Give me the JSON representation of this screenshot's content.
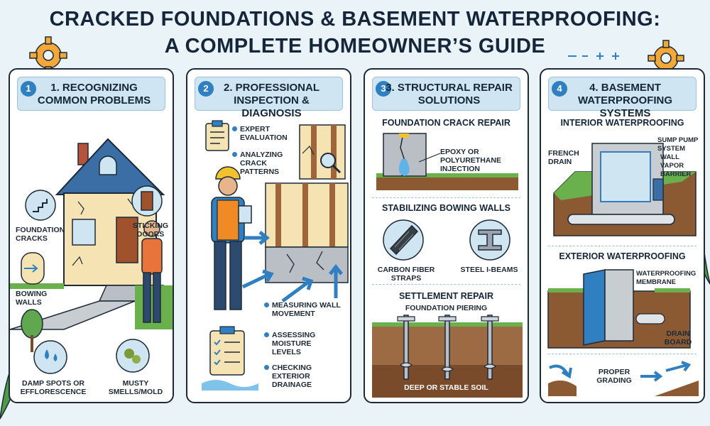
{
  "header": {
    "title_line1": "Cracked Foundations & Basement Waterproofing:",
    "title_line2": "A Complete Homeowner’s Guide"
  },
  "colors": {
    "accent": "#2f7fc1",
    "header_bg": "#cfe5f1",
    "soil": "#8b5a33",
    "grass": "#6ab04c",
    "gear": "#f4a83a"
  },
  "panels": [
    {
      "number": "1",
      "title": "1. Recognizing Common Problems",
      "labels": {
        "foundation_cracks": "Foundation Cracks",
        "sticking_doors": "Sticking Doors",
        "bowing_walls": "Bowing Walls",
        "damp_spots": "Damp Spots or Efflorescence",
        "musty": "Musty Smells/Mold"
      }
    },
    {
      "number": "2",
      "title": "2. Professional Inspection & Diagnosis",
      "labels": {
        "expert": "Expert Evaluation",
        "analyzing": "Analyzing Crack Patterns",
        "measuring": "Measuring Wall Movement",
        "moisture": "Assessing Moisture Levels",
        "drainage": "Checking Exterior Drainage"
      }
    },
    {
      "number": "3",
      "title": "3. Structural Repair Solutions",
      "sections": {
        "crack_repair": "Foundation Crack Repair",
        "bowing": "Stabilizing Bowing Walls",
        "settlement": "Settlement Repair"
      },
      "labels": {
        "epoxy": "Epoxy or Polyurethane Injection",
        "carbon": "Carbon Fiber Straps",
        "steel": "Steel I-Beams",
        "piering": "Foundation Piering",
        "soil": "Deep or Stable Soil"
      }
    },
    {
      "number": "4",
      "title": "4. Basement Waterproofing Systems",
      "sections": {
        "interior": "Interior Waterproofing",
        "exterior": "Exterior Waterproofing"
      },
      "labels": {
        "sump": "Sump Pump System",
        "french": "French Drain",
        "vapor": "Wall Vapor Barrier",
        "membrane": "Waterproofing Membrane",
        "drain_board": "Drain Board",
        "grading": "Proper Grading"
      }
    }
  ]
}
